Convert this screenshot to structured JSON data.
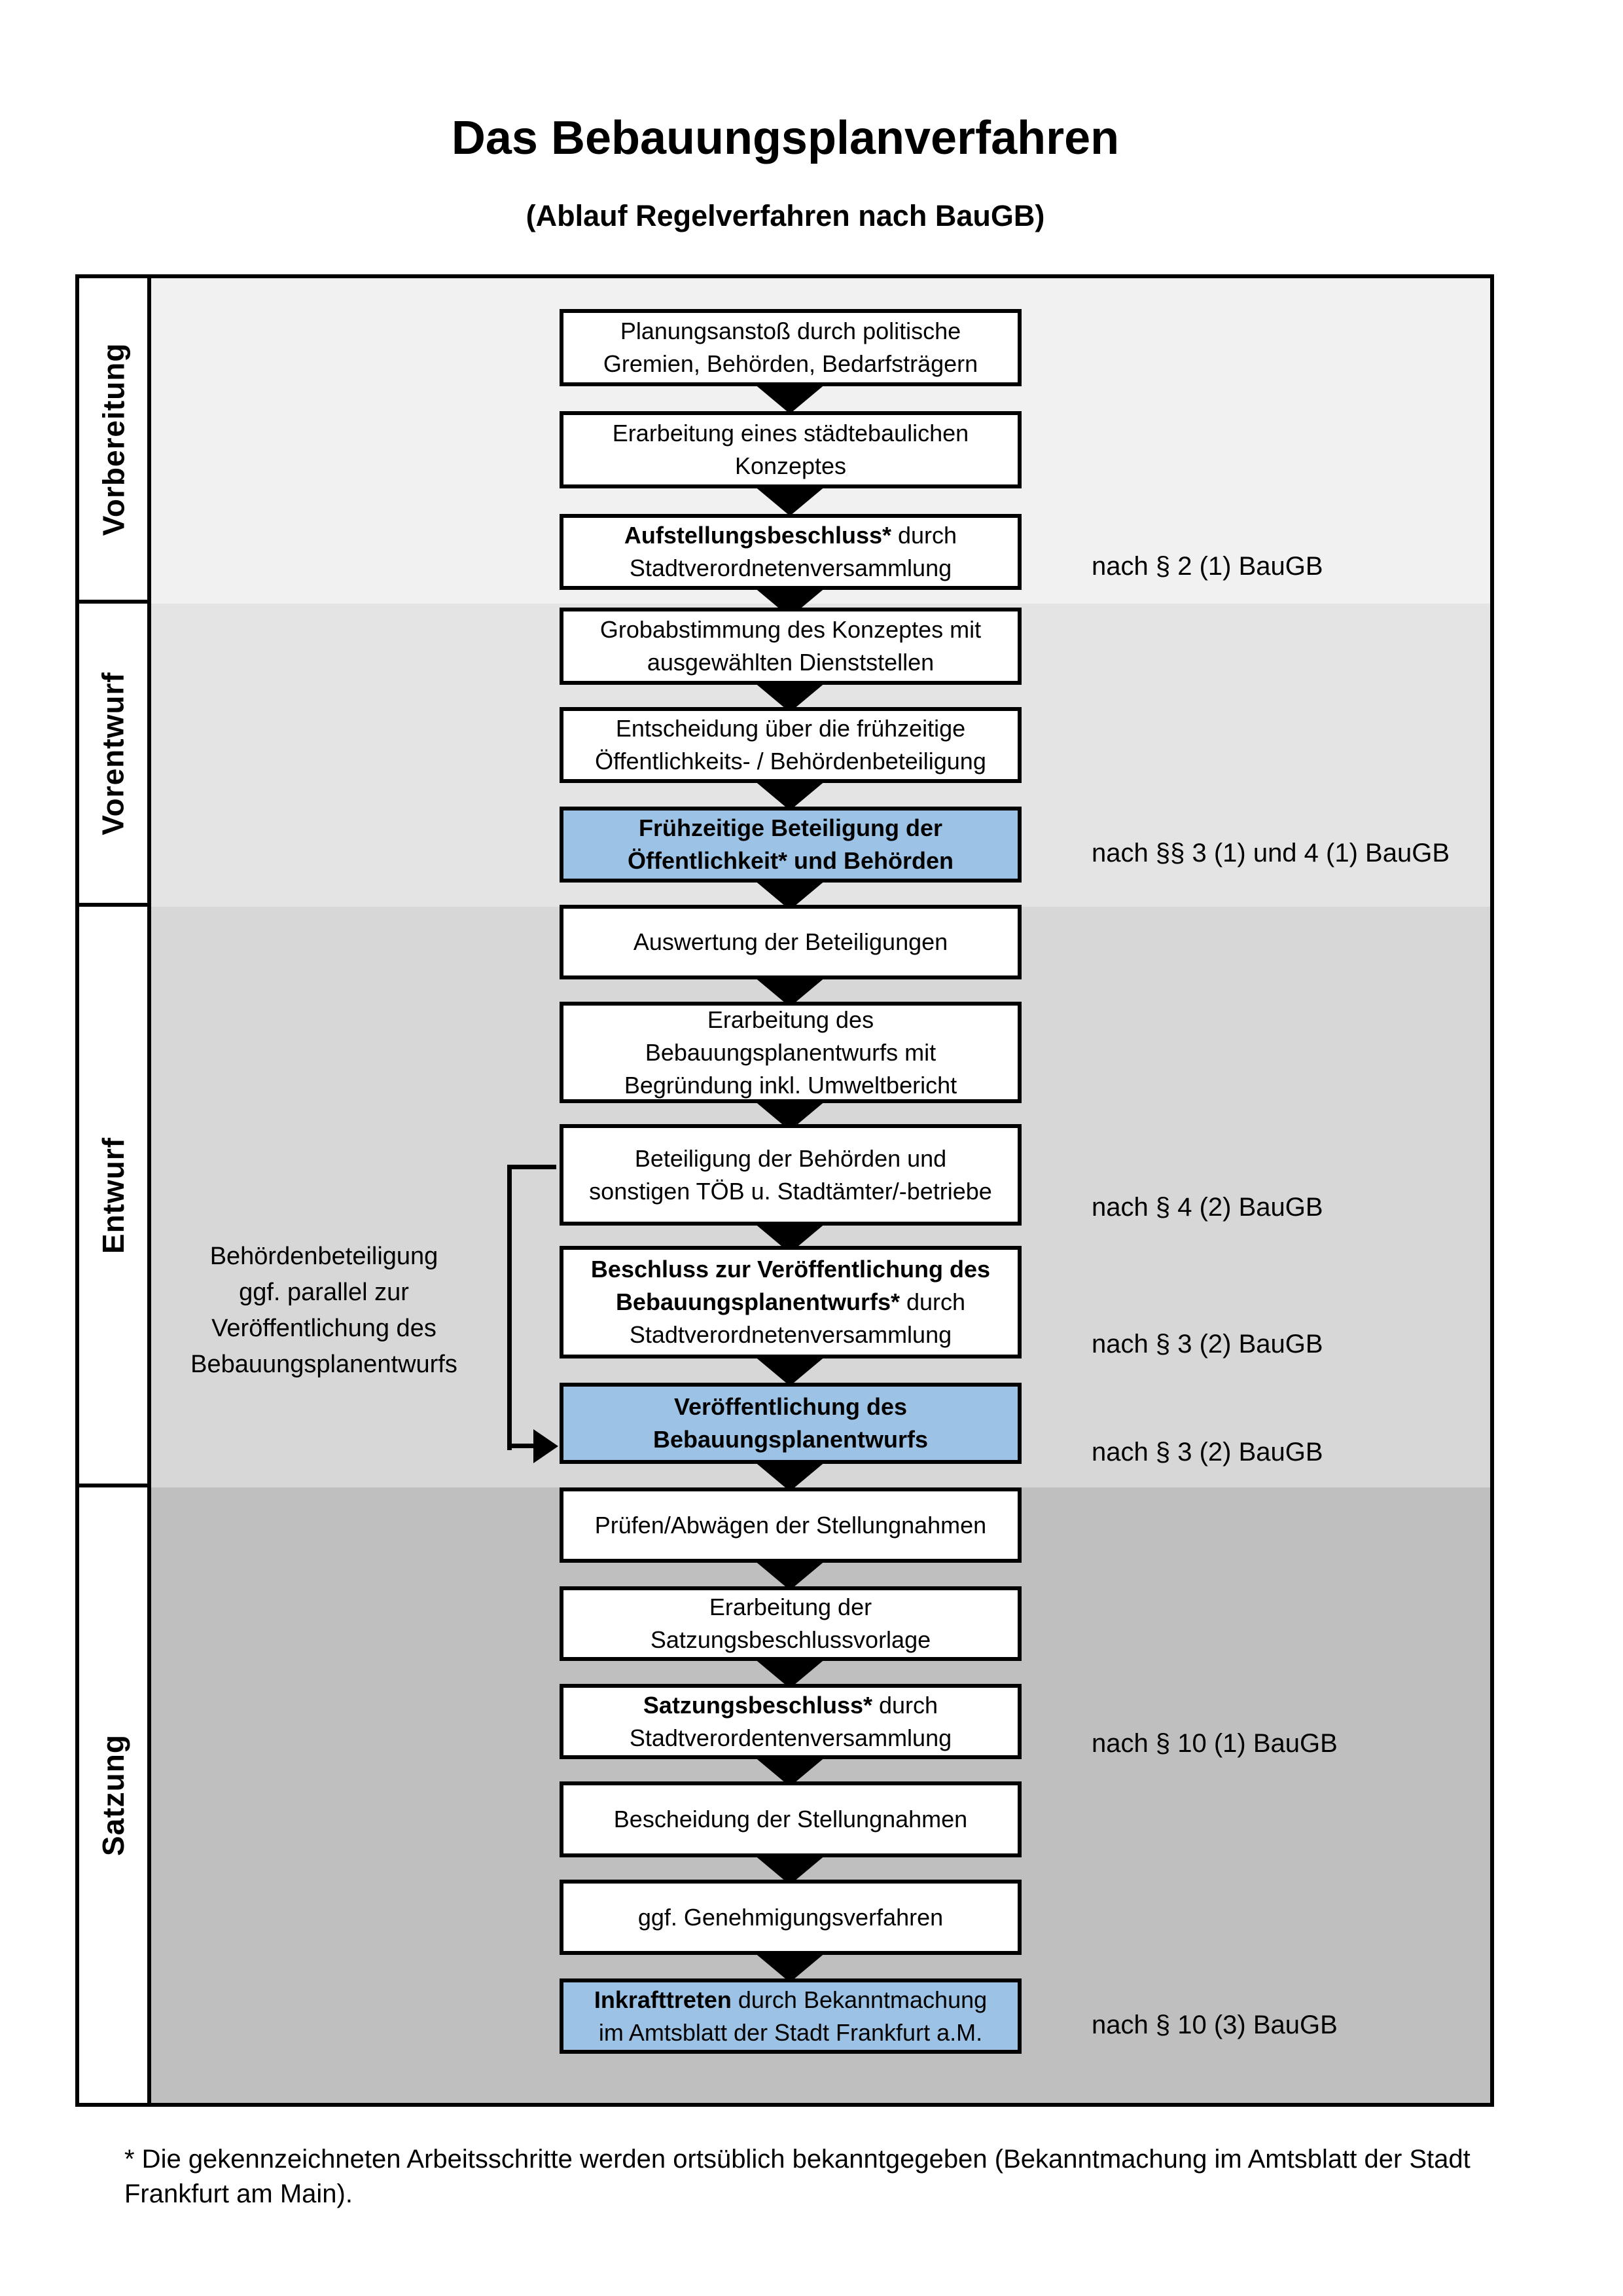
{
  "title": "Das Bebauungsplanverfahren",
  "subtitle": "(Ablauf Regelverfahren nach BauGB)",
  "colors": {
    "box_border": "#000000",
    "highlight_box": "#9cc3e6",
    "phase_backgrounds": [
      "#f1f1f1",
      "#e4e4e4",
      "#d7d7d7",
      "#bfbfbf"
    ],
    "label_column_background": "#ffffff"
  },
  "phases": [
    {
      "label": "Vorbereitung"
    },
    {
      "label": "Vorentwurf"
    },
    {
      "label": "Entwurf"
    },
    {
      "label": "Satzung"
    }
  ],
  "steps": [
    {
      "id": "planungsanstoss",
      "highlighted": false,
      "annotation": null,
      "lines": [
        [
          {
            "t": "Planungsanstoß durch politische",
            "b": false
          }
        ],
        [
          {
            "t": "Gremien, Behörden, Bedarfsträgern",
            "b": false
          }
        ]
      ]
    },
    {
      "id": "staedtebauliches-konzept",
      "highlighted": false,
      "annotation": null,
      "lines": [
        [
          {
            "t": "Erarbeitung eines städtebaulichen",
            "b": false
          }
        ],
        [
          {
            "t": "Konzeptes",
            "b": false
          }
        ]
      ]
    },
    {
      "id": "aufstellungsbeschluss",
      "highlighted": false,
      "annotation": "nach § 2 (1) BauGB",
      "lines": [
        [
          {
            "t": "Aufstellungsbeschluss*",
            "b": true
          },
          {
            "t": " durch",
            "b": false
          }
        ],
        [
          {
            "t": "Stadtverordnetenversammlung",
            "b": false
          }
        ]
      ]
    },
    {
      "id": "grobabstimmung",
      "highlighted": false,
      "annotation": null,
      "lines": [
        [
          {
            "t": "Grobabstimmung des Konzeptes mit",
            "b": false
          }
        ],
        [
          {
            "t": "ausgewählten Dienststellen",
            "b": false
          }
        ]
      ]
    },
    {
      "id": "entscheidung-fruehzeitige-beteiligung",
      "highlighted": false,
      "annotation": null,
      "lines": [
        [
          {
            "t": "Entscheidung über die frühzeitige",
            "b": false
          }
        ],
        [
          {
            "t": "Öffentlichkeits- / Behördenbeteiligung",
            "b": false
          }
        ]
      ]
    },
    {
      "id": "fruehzeitige-beteiligung",
      "highlighted": true,
      "annotation": "nach §§ 3 (1) und 4 (1) BauGB",
      "lines": [
        [
          {
            "t": "Frühzeitige Beteiligung der",
            "b": true
          }
        ],
        [
          {
            "t": "Öffentlichkeit* und Behörden",
            "b": true
          }
        ]
      ]
    },
    {
      "id": "auswertung-beteiligungen",
      "highlighted": false,
      "annotation": null,
      "lines": [
        [
          {
            "t": "Auswertung der Beteiligungen",
            "b": false
          }
        ]
      ]
    },
    {
      "id": "erarbeitung-bebauungsplanentwurf",
      "highlighted": false,
      "annotation": null,
      "lines": [
        [
          {
            "t": "Erarbeitung des",
            "b": false
          }
        ],
        [
          {
            "t": "Bebauungsplanentwurfs mit",
            "b": false
          }
        ],
        [
          {
            "t": "Begründung inkl. Umweltbericht",
            "b": false
          }
        ]
      ]
    },
    {
      "id": "beteiligung-behoerden-toeb",
      "highlighted": false,
      "annotation": "nach § 4 (2) BauGB",
      "lines": [
        [
          {
            "t": "Beteiligung der Behörden und",
            "b": false
          }
        ],
        [
          {
            "t": "sonstigen TÖB u. Stadtämter/-betriebe",
            "b": false
          }
        ]
      ]
    },
    {
      "id": "beschluss-veroeffentlichung",
      "highlighted": false,
      "annotation": "nach § 3 (2) BauGB",
      "lines": [
        [
          {
            "t": "Beschluss zur Veröffentlichung des",
            "b": true
          }
        ],
        [
          {
            "t": "Bebauungsplanentwurfs*",
            "b": true
          },
          {
            "t": " durch",
            "b": false
          }
        ],
        [
          {
            "t": "Stadtverordnetenversammlung",
            "b": false
          }
        ]
      ]
    },
    {
      "id": "veroeffentlichung-bebauungsplanentwurf",
      "highlighted": true,
      "annotation": "nach § 3 (2) BauGB",
      "lines": [
        [
          {
            "t": "Veröffentlichung des",
            "b": true
          }
        ],
        [
          {
            "t": "Bebauungsplanentwurfs",
            "b": true
          }
        ]
      ]
    },
    {
      "id": "pruefen-abwaegen-stellungnahmen",
      "highlighted": false,
      "annotation": null,
      "lines": [
        [
          {
            "t": "Prüfen/Abwägen der Stellungnahmen",
            "b": false
          }
        ]
      ]
    },
    {
      "id": "satzungsbeschlussvorlage",
      "highlighted": false,
      "annotation": null,
      "lines": [
        [
          {
            "t": "Erarbeitung der",
            "b": false
          }
        ],
        [
          {
            "t": "Satzungsbeschlussvorlage",
            "b": false
          }
        ]
      ]
    },
    {
      "id": "satzungsbeschluss",
      "highlighted": false,
      "annotation": "nach § 10 (1) BauGB",
      "lines": [
        [
          {
            "t": "Satzungsbeschluss*",
            "b": true
          },
          {
            "t": " durch",
            "b": false
          }
        ],
        [
          {
            "t": "Stadtverordentenversammlung",
            "b": false
          }
        ]
      ]
    },
    {
      "id": "bescheidung-stellungnahmen",
      "highlighted": false,
      "annotation": null,
      "lines": [
        [
          {
            "t": "Bescheidung der Stellungnahmen",
            "b": false
          }
        ]
      ]
    },
    {
      "id": "genehmigungsverfahren",
      "highlighted": false,
      "annotation": null,
      "lines": [
        [
          {
            "t": "ggf. Genehmigungsverfahren",
            "b": false
          }
        ]
      ]
    },
    {
      "id": "inkrafttreten",
      "highlighted": true,
      "annotation": "nach § 10 (3) BauGB",
      "lines": [
        [
          {
            "t": "Inkrafttreten",
            "b": true
          },
          {
            "t": " durch Bekanntmachung",
            "b": false
          }
        ],
        [
          {
            "t": "im Amtsblatt der Stadt Frankfurt a.M.",
            "b": false
          }
        ]
      ]
    }
  ],
  "side_note": {
    "lines": [
      "Behördenbeteiligung",
      "ggf. parallel zur",
      "Veröffentlichung des",
      "Bebauungsplanentwurfs"
    ]
  },
  "footnote": {
    "lines": [
      "* Die gekennzeichneten Arbeitsschritte werden ortsüblich bekanntgegeben (Bekanntmachung im Amtsblatt  der Stadt",
      "Frankfurt am Main)."
    ]
  }
}
